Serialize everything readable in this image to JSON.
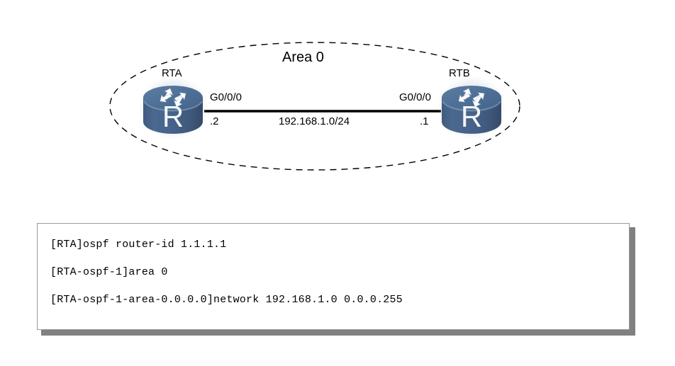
{
  "diagram": {
    "type": "network-topology",
    "area_label": "Area 0",
    "boundary": {
      "shape": "ellipse",
      "style": "dashed",
      "stroke_color": "#000000"
    },
    "routers": [
      {
        "id": "RTA",
        "name": "RTA",
        "icon": "router-icon",
        "body_glyph": "R",
        "position": "left",
        "body_color": "#466289",
        "top_color": "#5b7ba0",
        "interface": "G0/0/0",
        "ip_suffix": ".2"
      },
      {
        "id": "RTB",
        "name": "RTB",
        "icon": "router-icon",
        "body_glyph": "R",
        "position": "right",
        "body_color": "#466289",
        "top_color": "#5b7ba0",
        "interface": "G0/0/0",
        "ip_suffix": ".1"
      }
    ],
    "link": {
      "subnet": "192.168.1.0/24",
      "color": "#000000",
      "left_interface": "G0/0/0",
      "right_interface": "G0/0/0",
      "left_ip_suffix": ".2",
      "right_ip_suffix": ".1"
    }
  },
  "cli": {
    "lines": [
      "[RTA]ospf router-id 1.1.1.1",
      "[RTA-ospf-1]area 0",
      "[RTA-ospf-1-area-0.0.0.0]network 192.168.1.0 0.0.0.255"
    ],
    "line_1": "[RTA]ospf router-id 1.1.1.1",
    "line_2": "[RTA-ospf-1]area 0",
    "line_3": "[RTA-ospf-1-area-0.0.0.0]network 192.168.1.0 0.0.0.255",
    "border_color": "#9a9a9a",
    "shadow_color": "#808080",
    "background": "#ffffff"
  }
}
